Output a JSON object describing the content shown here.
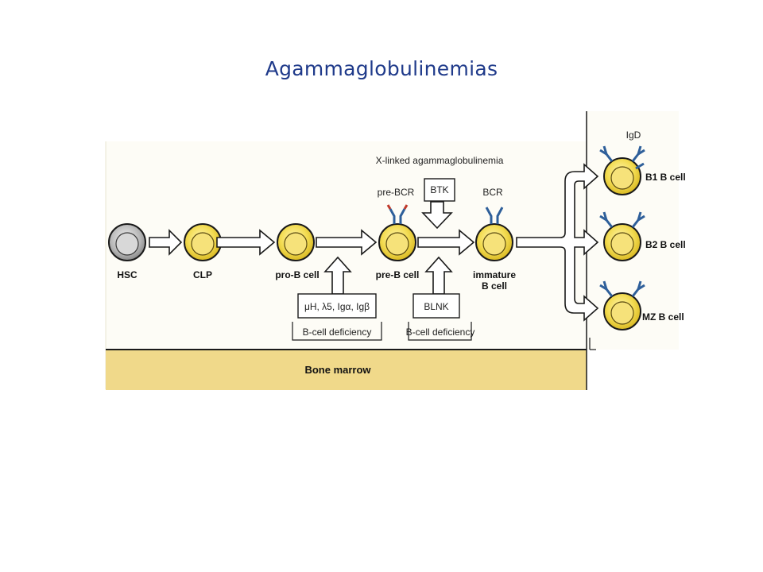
{
  "title": "Agammaglobulinemias",
  "diagram": {
    "cells": {
      "hsc": "HSC",
      "clp": "CLP",
      "pro_b": "pro-B cell",
      "pre_b": "pre-B cell",
      "immature_1": "immature",
      "immature_2": "B cell",
      "b1": "B1 B cell",
      "b2": "B2 B cell",
      "mz": "MZ B cell"
    },
    "receptors": {
      "pre_bcr": "pre-BCR",
      "bcr": "BCR",
      "igd": "IgD"
    },
    "xla_label": "X-linked agammaglobulinemia",
    "btk": "BTK",
    "blnk": "BLNK",
    "genes": "μH, λ5, Igα, Igβ",
    "deficiency_1": "B-cell deficiency",
    "deficiency_2": "B-cell deficiency",
    "bone_marrow": "Bone marrow"
  }
}
